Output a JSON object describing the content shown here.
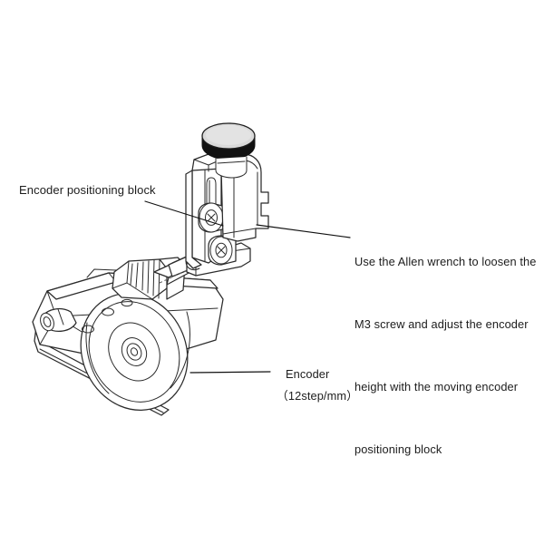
{
  "diagram": {
    "title": "Encoder positioning block adjustment",
    "background_color": "#ffffff",
    "line_color": "#2b2b2b",
    "text_color": "#1c1c1c",
    "fill_color": "#ffffff",
    "knob_top_color": "#d9d9d9",
    "knob_band_color": "#111111"
  },
  "labels": {
    "encoder_positioning_block": "Encoder positioning block",
    "encoder": "Encoder",
    "encoder_spec": "（12step/mm）",
    "instruction_line1": "Use the Allen wrench to loosen the",
    "instruction_line2": "M3 screw and adjust the encoder",
    "instruction_line3": "height with the moving encoder",
    "instruction_line4": "positioning block"
  },
  "parts": {
    "knob": "adjustment-knob",
    "encoder_body": "encoder-housing",
    "bracket": "encoder-positioning-bracket",
    "slot": "vertical-adjustment-slot",
    "screw_upper": "m3-screw-upper",
    "screw_lower": "m3-screw-lower",
    "motor": "stepper-motor",
    "motor_face": "motor-rotor-face",
    "shaft": "motor-output-shaft",
    "coupling": "shaft-coupling",
    "rail": "mounting-rail",
    "centerline": "shaft-centerline"
  },
  "leaders": {
    "block_leader": "leader-line-to-positioning-block",
    "instruction_leader": "leader-line-to-encoder-body",
    "encoder_leader": "leader-line-to-encoder"
  }
}
